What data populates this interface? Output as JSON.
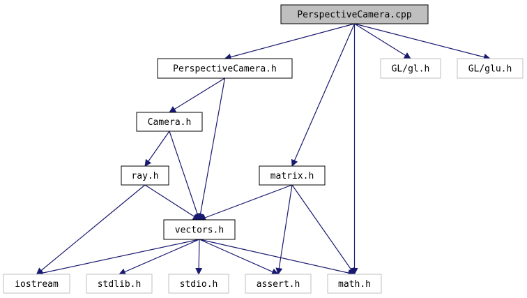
{
  "colors": {
    "edge": "#191970",
    "root_fill": "#bfbfbf",
    "root_border": "#000000",
    "local_border": "#000000",
    "system_border": "#bfbfbf",
    "label": "#000000"
  },
  "nodes": [
    {
      "id": "perspectivecamera-cpp",
      "label": "PerspectiveCamera.cpp",
      "kind": "root"
    },
    {
      "id": "perspectivecamera-h",
      "label": "PerspectiveCamera.h",
      "kind": "local"
    },
    {
      "id": "gl-gl-h",
      "label": "GL/gl.h",
      "kind": "system"
    },
    {
      "id": "gl-glu-h",
      "label": "GL/glu.h",
      "kind": "system"
    },
    {
      "id": "camera-h",
      "label": "Camera.h",
      "kind": "local"
    },
    {
      "id": "ray-h",
      "label": "ray.h",
      "kind": "local"
    },
    {
      "id": "matrix-h",
      "label": "matrix.h",
      "kind": "local"
    },
    {
      "id": "vectors-h",
      "label": "vectors.h",
      "kind": "local"
    },
    {
      "id": "iostream",
      "label": "iostream",
      "kind": "system"
    },
    {
      "id": "stdlib-h",
      "label": "stdlib.h",
      "kind": "system"
    },
    {
      "id": "stdio-h",
      "label": "stdio.h",
      "kind": "system"
    },
    {
      "id": "assert-h",
      "label": "assert.h",
      "kind": "system"
    },
    {
      "id": "math-h",
      "label": "math.h",
      "kind": "system"
    }
  ],
  "edges": [
    {
      "from": "perspectivecamera-cpp",
      "to": "perspectivecamera-h"
    },
    {
      "from": "perspectivecamera-cpp",
      "to": "matrix-h"
    },
    {
      "from": "perspectivecamera-cpp",
      "to": "math-h"
    },
    {
      "from": "perspectivecamera-cpp",
      "to": "gl-gl-h"
    },
    {
      "from": "perspectivecamera-cpp",
      "to": "gl-glu-h"
    },
    {
      "from": "perspectivecamera-h",
      "to": "camera-h"
    },
    {
      "from": "perspectivecamera-h",
      "to": "vectors-h"
    },
    {
      "from": "camera-h",
      "to": "ray-h"
    },
    {
      "from": "camera-h",
      "to": "vectors-h"
    },
    {
      "from": "ray-h",
      "to": "vectors-h"
    },
    {
      "from": "ray-h",
      "to": "iostream"
    },
    {
      "from": "matrix-h",
      "to": "vectors-h"
    },
    {
      "from": "matrix-h",
      "to": "assert-h"
    },
    {
      "from": "matrix-h",
      "to": "math-h"
    },
    {
      "from": "vectors-h",
      "to": "iostream"
    },
    {
      "from": "vectors-h",
      "to": "stdlib-h"
    },
    {
      "from": "vectors-h",
      "to": "stdio-h"
    },
    {
      "from": "vectors-h",
      "to": "assert-h"
    },
    {
      "from": "vectors-h",
      "to": "math-h"
    }
  ]
}
